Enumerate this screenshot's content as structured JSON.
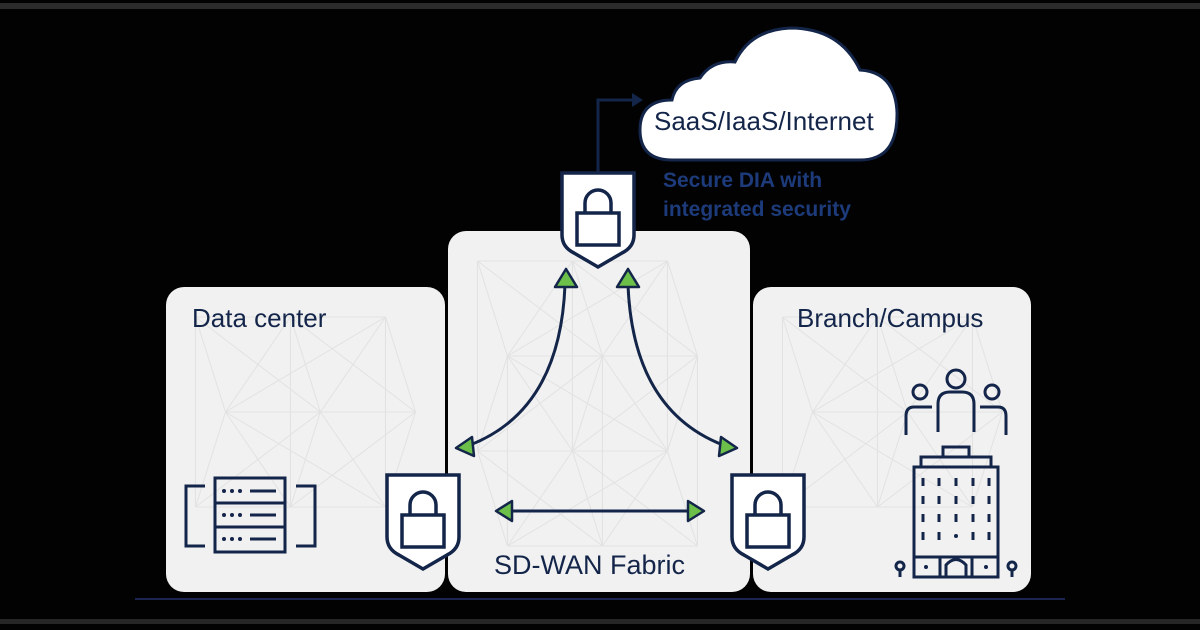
{
  "diagram": {
    "cloud_label": "SaaS/IaaS/Internet",
    "dia_caption_line1": "Secure DIA with",
    "dia_caption_line2": "integrated security",
    "zones": {
      "data_center": "Data center",
      "fabric": "SD-WAN Fabric",
      "branch": "Branch/Campus"
    },
    "icons": [
      "cloud-icon",
      "security-shield-lock-icon",
      "server-rack-icon",
      "people-group-icon",
      "office-building-icon",
      "bidirectional-arrow-icon"
    ],
    "colors": {
      "background": "#020203",
      "panel": "#f1f1f1",
      "ink": "#14254a",
      "caption": "#1d3b7a",
      "arrow_head": "#6cc04a"
    }
  }
}
